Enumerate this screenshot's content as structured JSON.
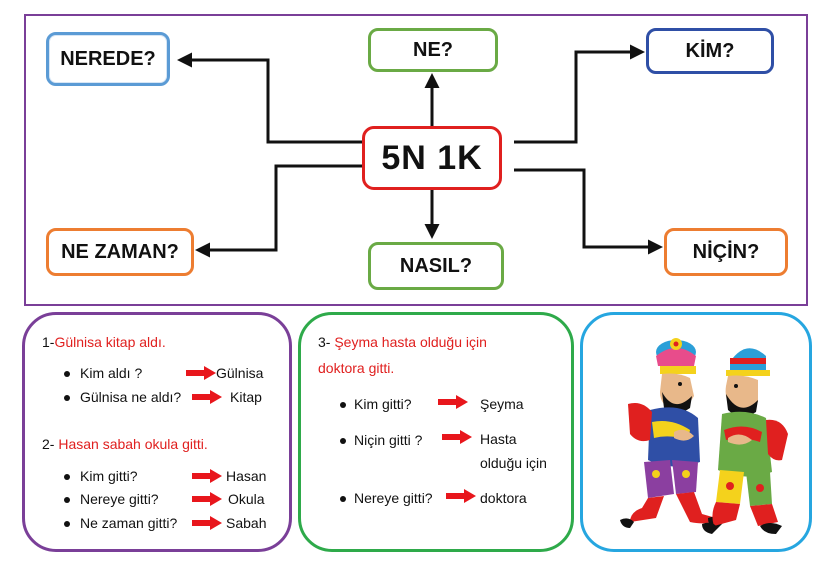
{
  "diagram": {
    "center": "5N 1K",
    "questions": {
      "nerede": "NEREDE?",
      "ne": "NE?",
      "kim": "KİM?",
      "ne_zaman": "NE ZAMAN?",
      "nasil": "NASIL?",
      "nicin": "NİÇİN?"
    },
    "colors": {
      "frame": "#7a3f98",
      "center": "#e0201f",
      "blue": "#5b9bd5",
      "green": "#6aaa45",
      "navy": "#2f4fa6",
      "orange": "#ed7d31",
      "arrow": "#111111",
      "answer_arrow": "#e8161c"
    }
  },
  "example1": {
    "heading_num": "1-",
    "heading_text": "Gülnisa kitap aldı.",
    "rows": [
      {
        "q": "Kim  aldı ?",
        "a": "Gülnisa"
      },
      {
        "q": "Gülnisa ne aldı?",
        "a": "Kitap"
      }
    ]
  },
  "example2": {
    "heading_num": "2-",
    "heading_text": " Hasan sabah okula gitti.",
    "rows": [
      {
        "q": "Kim gitti?",
        "a": "Hasan"
      },
      {
        "q": "Nereye gitti?",
        "a": "Okula"
      },
      {
        "q": "Ne zaman gitti?",
        "a": "Sabah"
      }
    ]
  },
  "example3": {
    "heading_num": "3-",
    "heading_line1": " Şeyma hasta olduğu için",
    "heading_line2": "doktora gitti.",
    "rows": [
      {
        "q": "Kim  gitti?",
        "a": "Şeyma"
      },
      {
        "q": "Niçin gitti ?",
        "a": "Hasta",
        "a2": "olduğu için"
      },
      {
        "q": "Nereye gitti?",
        "a": "doktora"
      }
    ]
  },
  "illustration": {
    "name": "karagoz-hacivat-figures"
  }
}
